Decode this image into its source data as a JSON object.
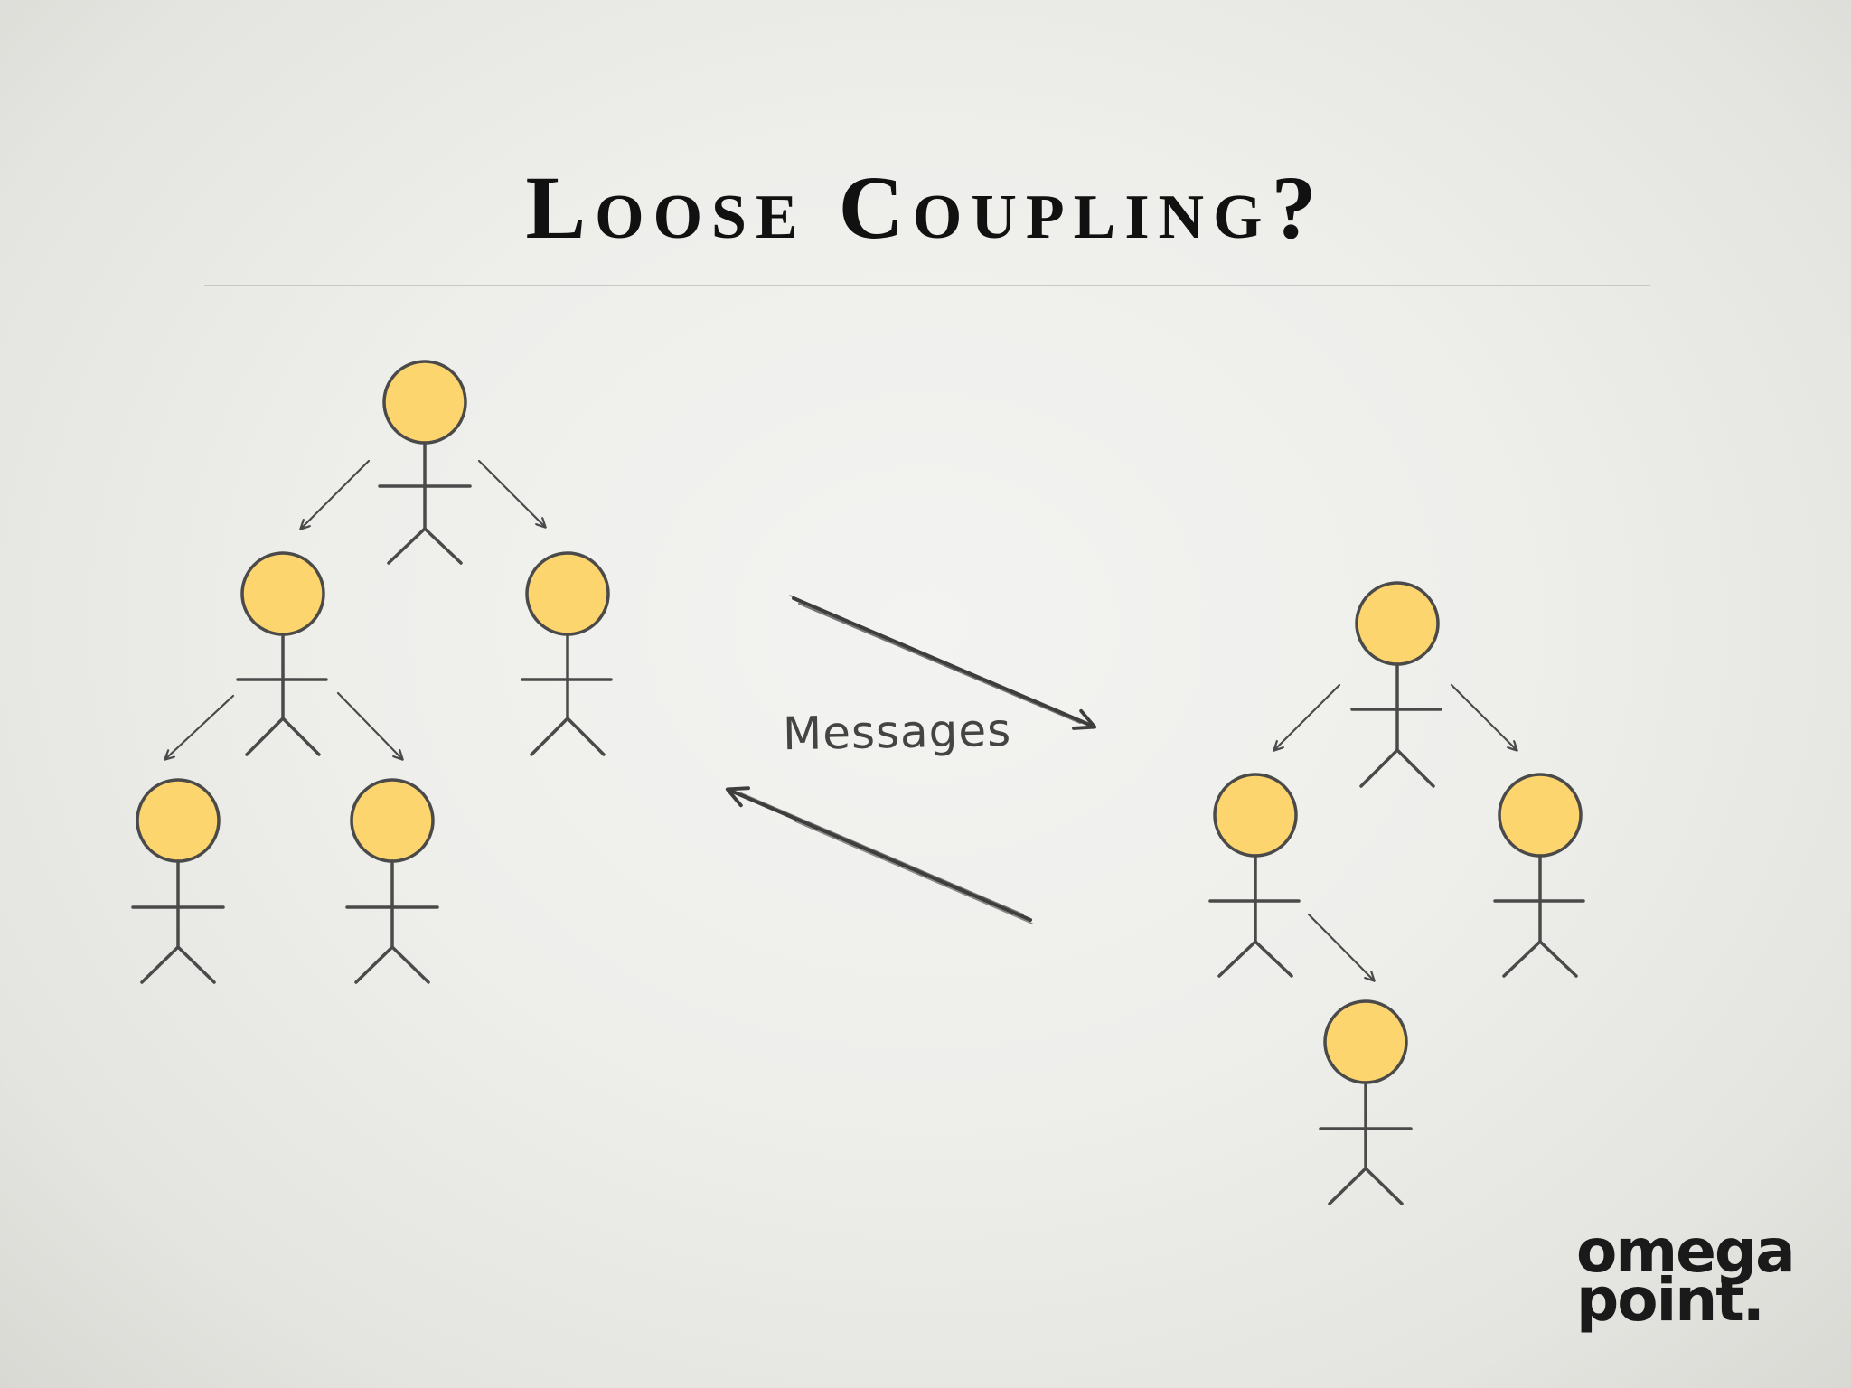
{
  "slide": {
    "title": "Loose Coupling?",
    "message_label": "Messages"
  },
  "logo": {
    "line1": "omega",
    "line2": "point."
  },
  "colors": {
    "head_fill": "#fdd56f",
    "stroke": "#4a4a4a",
    "text": "#111111"
  }
}
